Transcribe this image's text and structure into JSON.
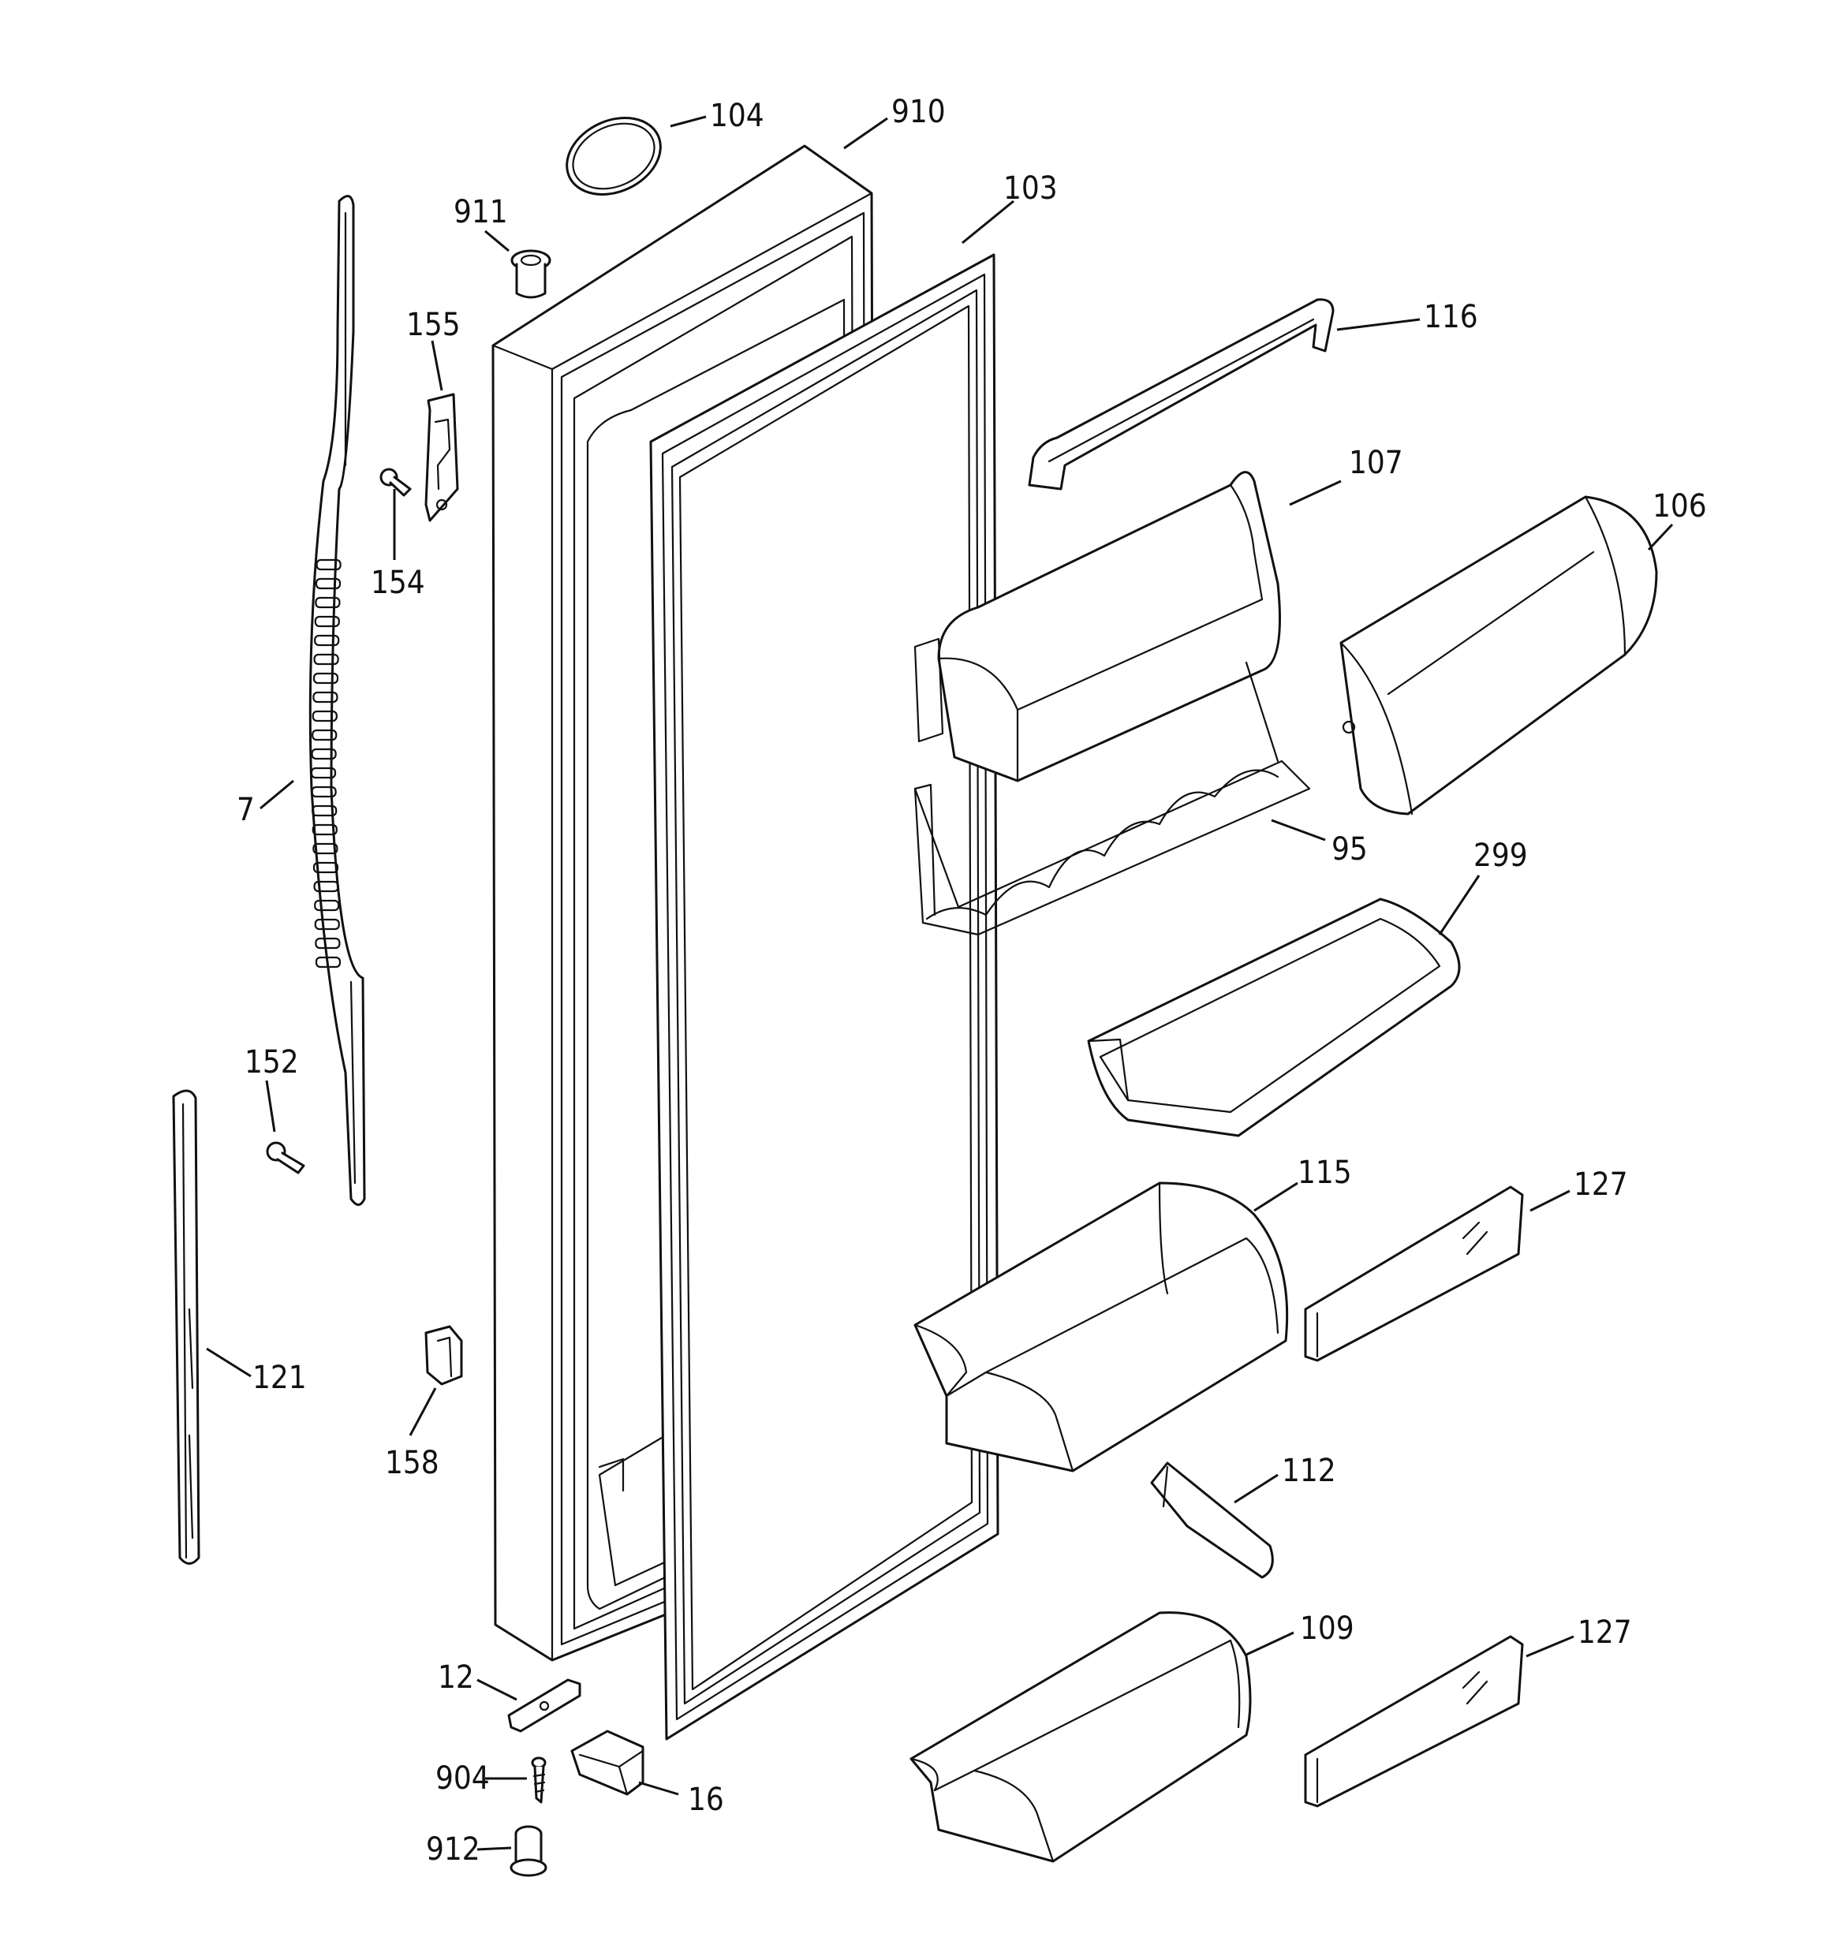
{
  "callouts": [
    {
      "id": "p104",
      "label": "104"
    },
    {
      "id": "p910",
      "label": "910"
    },
    {
      "id": "p103",
      "label": "103"
    },
    {
      "id": "p911",
      "label": "911"
    },
    {
      "id": "p155",
      "label": "155"
    },
    {
      "id": "p154",
      "label": "154"
    },
    {
      "id": "p116",
      "label": "116"
    },
    {
      "id": "p107",
      "label": "107"
    },
    {
      "id": "p106",
      "label": "106"
    },
    {
      "id": "p7",
      "label": "7"
    },
    {
      "id": "p95",
      "label": "95"
    },
    {
      "id": "p299",
      "label": "299"
    },
    {
      "id": "p152",
      "label": "152"
    },
    {
      "id": "p115",
      "label": "115"
    },
    {
      "id": "p127a",
      "label": "127"
    },
    {
      "id": "p121",
      "label": "121"
    },
    {
      "id": "p158",
      "label": "158"
    },
    {
      "id": "p112",
      "label": "112"
    },
    {
      "id": "p109",
      "label": "109"
    },
    {
      "id": "p127b",
      "label": "127"
    },
    {
      "id": "p12",
      "label": "12"
    },
    {
      "id": "p904",
      "label": "904"
    },
    {
      "id": "p16",
      "label": "16"
    },
    {
      "id": "p912",
      "label": "912"
    }
  ]
}
